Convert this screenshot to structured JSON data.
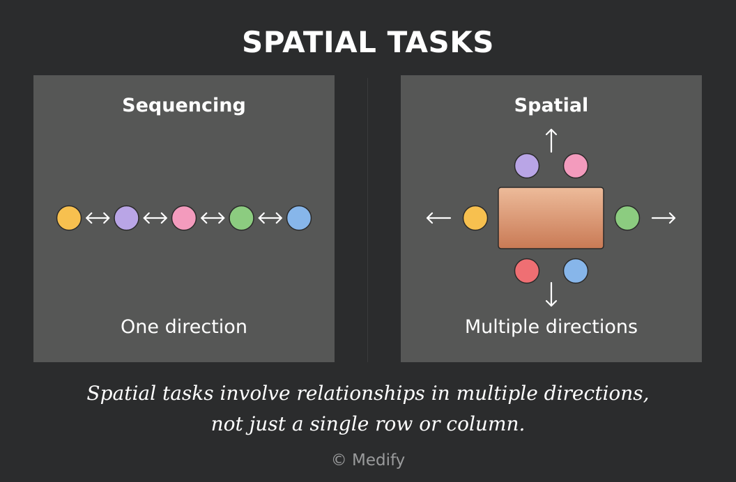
{
  "title": "SPATIAL TASKS",
  "left_panel": {
    "title": "Sequencing",
    "caption": "One direction",
    "circles": [
      "yellow",
      "purple",
      "pink",
      "green",
      "blue"
    ],
    "connector_icon": "double-arrow"
  },
  "right_panel": {
    "title": "Spatial",
    "caption": "Multiple directions",
    "top_circles": [
      "purple",
      "pink"
    ],
    "side_circles": [
      "yellow",
      "green"
    ],
    "bottom_circles": [
      "red",
      "blue"
    ],
    "arrow_icons": [
      "arrow-up",
      "arrow-down",
      "arrow-left",
      "arrow-right"
    ]
  },
  "colors": {
    "yellow": "#f7c04f",
    "purple": "#b9a5e6",
    "pink": "#f39bbd",
    "green": "#8ccc80",
    "blue": "#87b6ea",
    "red": "#ef6f73",
    "block_top": "#edbb9a",
    "block_bottom": "#c97a55",
    "panel": "#565756",
    "background": "#2b2c2d"
  },
  "footer": {
    "line1": "Spatial tasks involve relationships in multiple directions,",
    "line2": "not just a single row or column."
  },
  "copyright": "© Medify"
}
